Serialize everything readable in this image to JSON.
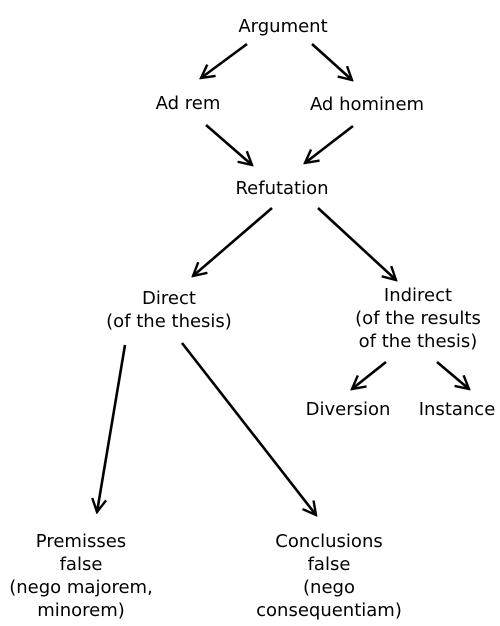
{
  "diagram": {
    "nodes": {
      "argument": [
        "Argument"
      ],
      "ad_rem": [
        "Ad rem"
      ],
      "ad_hominem": [
        "Ad hominem"
      ],
      "refutation": [
        "Refutation"
      ],
      "direct": [
        "Direct",
        "(of the thesis)"
      ],
      "indirect": [
        "Indirect",
        "(of the results",
        "of the thesis)"
      ],
      "diversion": [
        "Diversion"
      ],
      "instance": [
        "Instance"
      ],
      "premisses_false": [
        "Premisses",
        "false",
        "(nego majorem,",
        "minorem)"
      ],
      "conclusions_false": [
        "Conclusions",
        "false",
        "(nego",
        "consequentiam)"
      ]
    },
    "edges": [
      {
        "from": "argument",
        "to": "ad_rem"
      },
      {
        "from": "argument",
        "to": "ad_hominem"
      },
      {
        "from": "ad_rem",
        "to": "refutation"
      },
      {
        "from": "ad_hominem",
        "to": "refutation"
      },
      {
        "from": "refutation",
        "to": "direct"
      },
      {
        "from": "refutation",
        "to": "indirect"
      },
      {
        "from": "direct",
        "to": "premisses_false"
      },
      {
        "from": "direct",
        "to": "conclusions_false"
      },
      {
        "from": "indirect",
        "to": "diversion"
      },
      {
        "from": "indirect",
        "to": "instance"
      }
    ],
    "colors": {
      "ink": "#000000",
      "background": "#ffffff"
    }
  }
}
